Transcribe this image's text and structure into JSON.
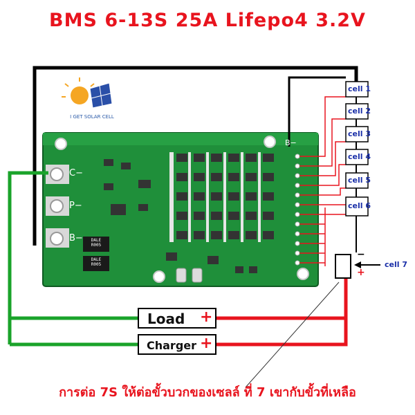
{
  "title": "BMS 6-13S 25A  Lifepo4 3.2V",
  "brand": "I GET SOLAR CELL",
  "pads": {
    "c_minus": "C−",
    "p_minus": "P−",
    "b_minus": "B−",
    "b_top": "B−"
  },
  "resistors": [
    {
      "line1": "DALE",
      "line2": "R005"
    },
    {
      "line1": "DALE",
      "line2": "R005"
    }
  ],
  "cells": [
    "cell 1",
    "cell 2",
    "cell 3",
    "cell 4",
    "cell 5",
    "cell 6"
  ],
  "cell7": "cell 7",
  "boxes": {
    "load": "Load",
    "charger": "Charger",
    "plus": "+"
  },
  "terminal_signs": {
    "minus": "−",
    "plus": "+"
  },
  "note": "การต่อ 7S ให้ต่อขั้วบวกของเซลล์ ที่ 7 เขากับขั้วที่เหลือ",
  "colors": {
    "title": "#e8141e",
    "pcb": "#1f8f3a",
    "wire_red": "#e8141e",
    "wire_green": "#1aa32a",
    "wire_black": "#000000",
    "cell_text": "#1a2fa8"
  }
}
